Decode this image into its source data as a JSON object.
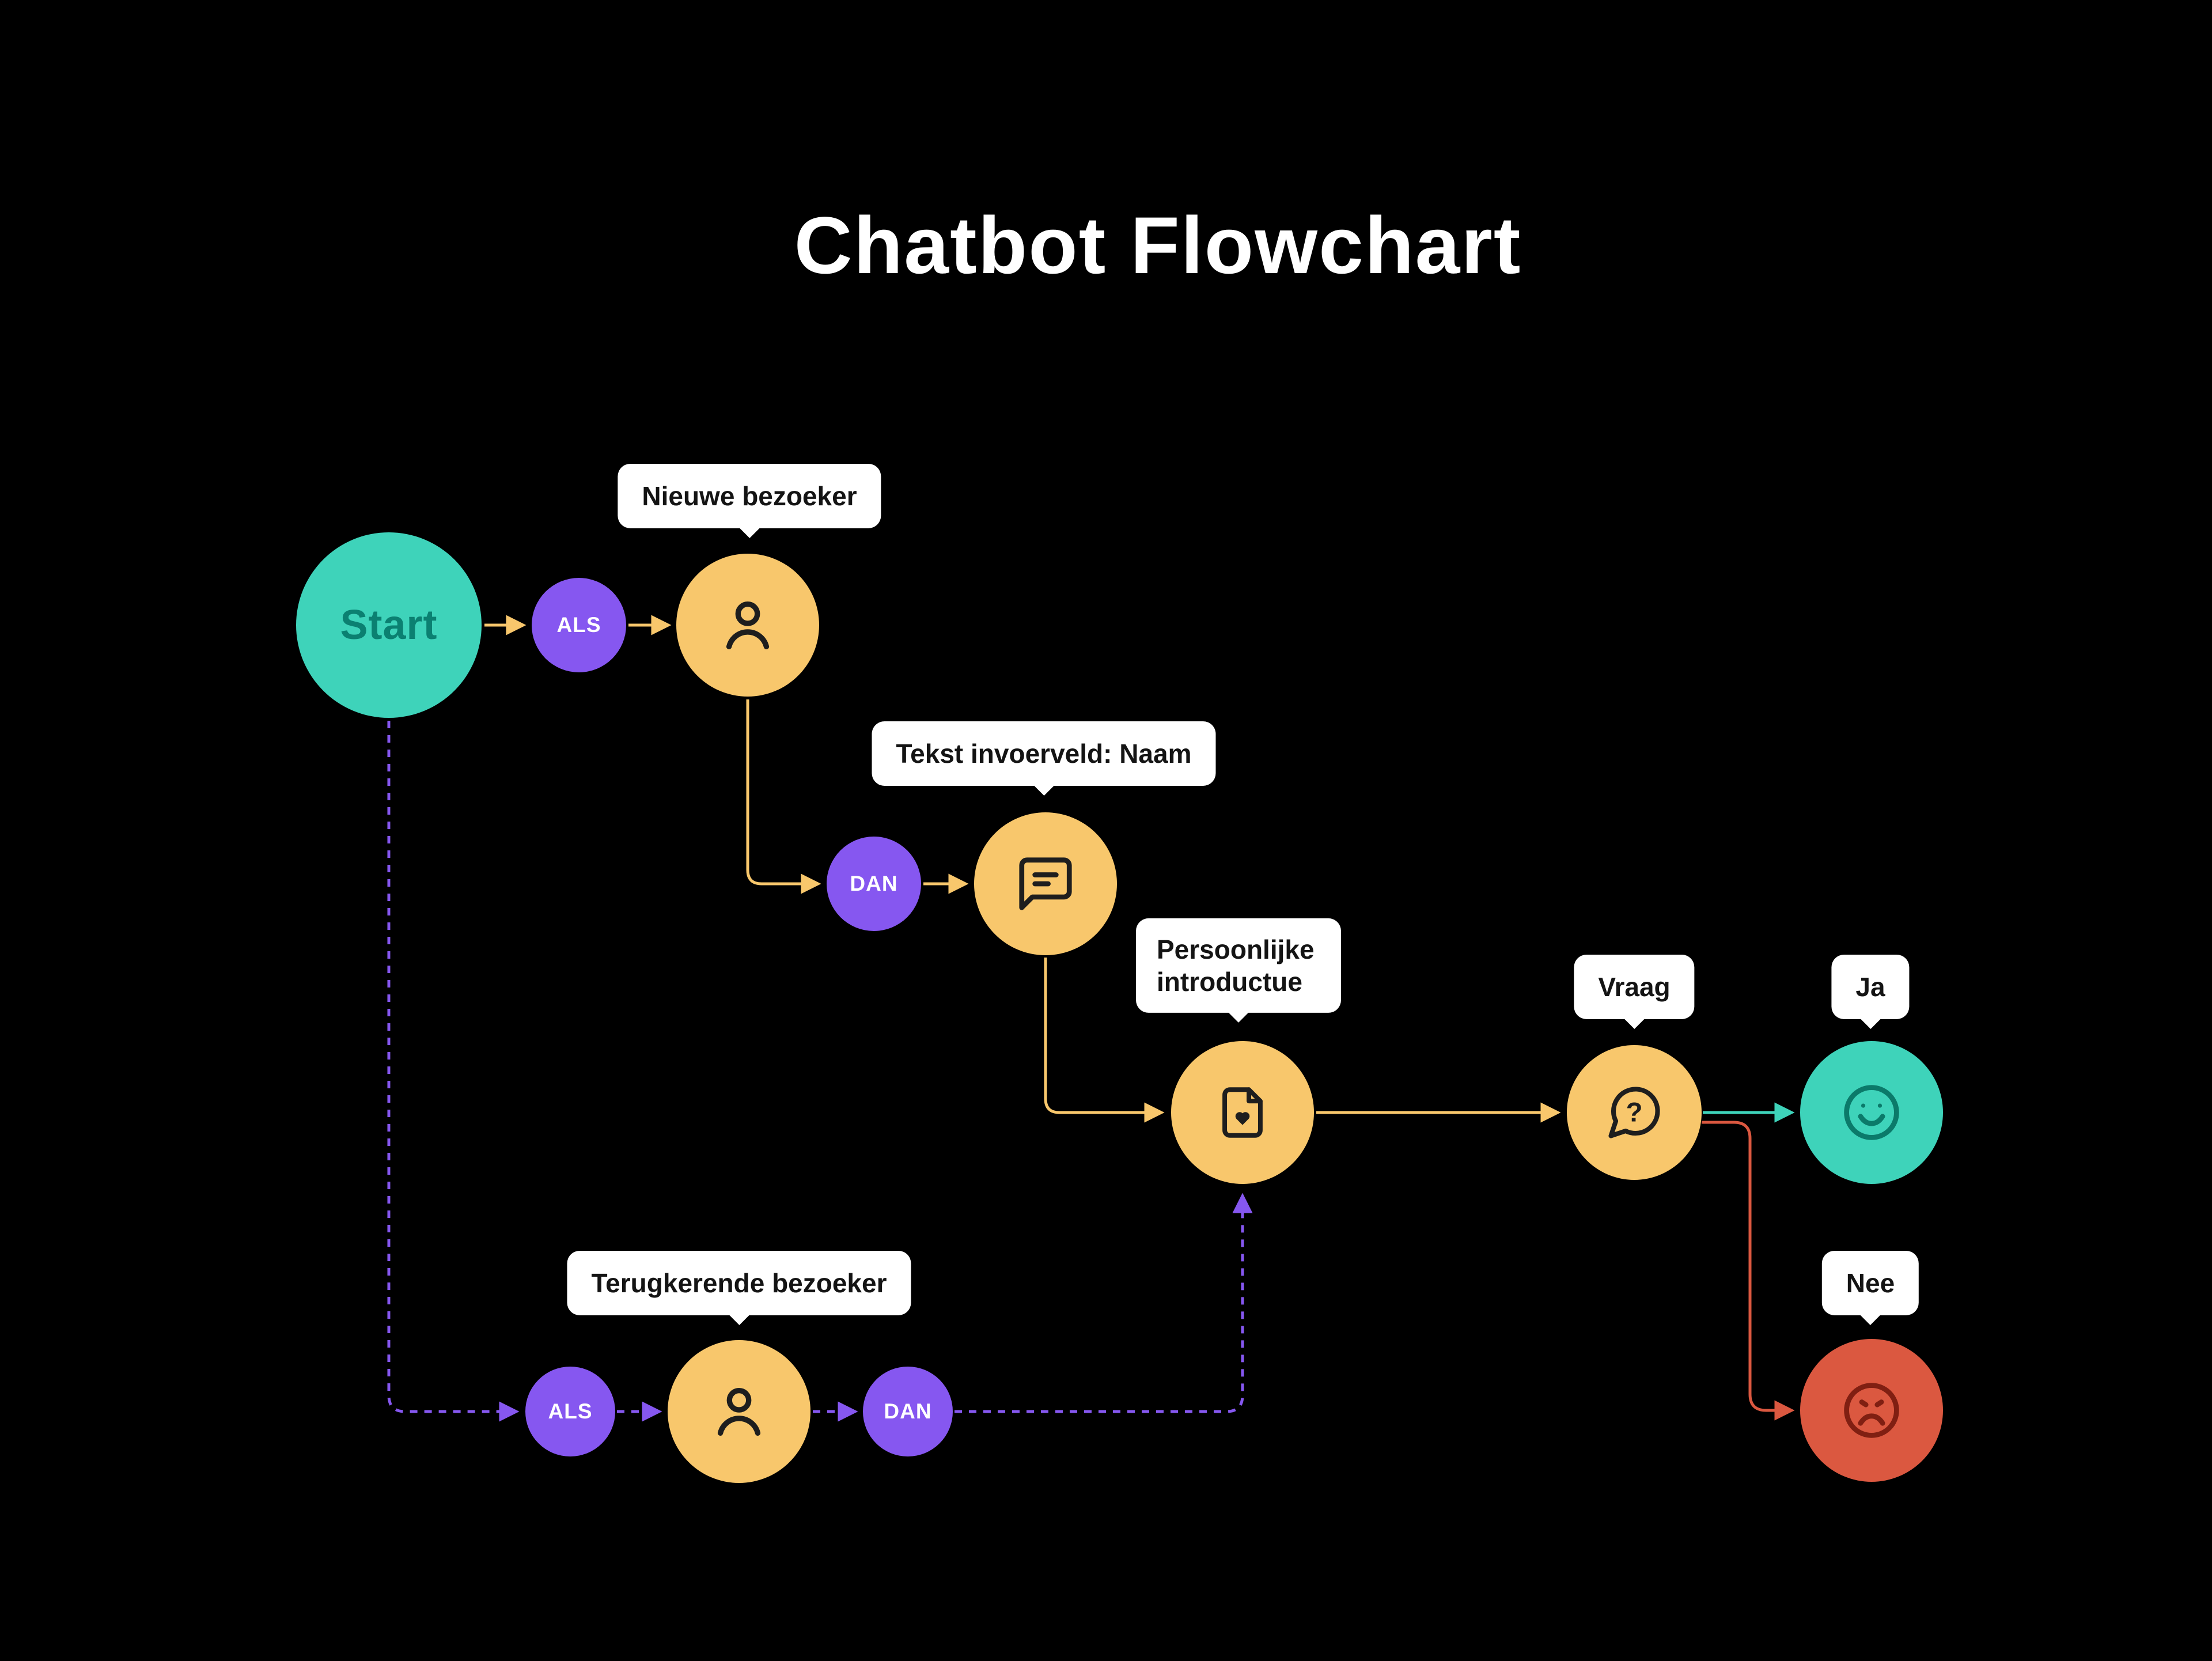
{
  "title": "Chatbot Flowchart",
  "colors": {
    "background": "#000000",
    "teal": "#3ED3BA",
    "yellow": "#F8C76C",
    "purple": "#8657F0",
    "red": "#DB5840",
    "bubble_bg": "#FFFFFF",
    "bubble_text": "#141414",
    "icon_dark": "#1E1E1E",
    "start_text": "#0B8071"
  },
  "nodes": {
    "start": {
      "label": "Start",
      "color": "teal"
    },
    "als1": {
      "label": "ALS",
      "color": "purple"
    },
    "nieuwe_bezoeker": {
      "icon": "user-icon",
      "color": "yellow"
    },
    "dan1": {
      "label": "DAN",
      "color": "purple"
    },
    "tekst_invoerveld": {
      "icon": "message-icon",
      "color": "yellow"
    },
    "persoonlijke_introductie": {
      "icon": "document-heart-icon",
      "color": "yellow"
    },
    "vraag": {
      "icon": "question-bubble-icon",
      "color": "yellow"
    },
    "ja": {
      "icon": "smiley-icon",
      "color": "teal"
    },
    "nee": {
      "icon": "sad-face-icon",
      "color": "red"
    },
    "als2": {
      "label": "ALS",
      "color": "purple"
    },
    "terugkerende_bezoeker": {
      "icon": "user-icon",
      "color": "yellow"
    },
    "dan2": {
      "label": "DAN",
      "color": "purple"
    }
  },
  "bubbles": {
    "nieuwe_bezoeker": "Nieuwe bezoeker",
    "tekst_invoerveld": "Tekst invoerveld: Naam",
    "persoonlijke_introductie": "Persoonlijke introductue",
    "vraag": "Vraag",
    "ja": "Ja",
    "nee": "Nee",
    "terugkerende_bezoeker": "Terugkerende bezoeker"
  }
}
